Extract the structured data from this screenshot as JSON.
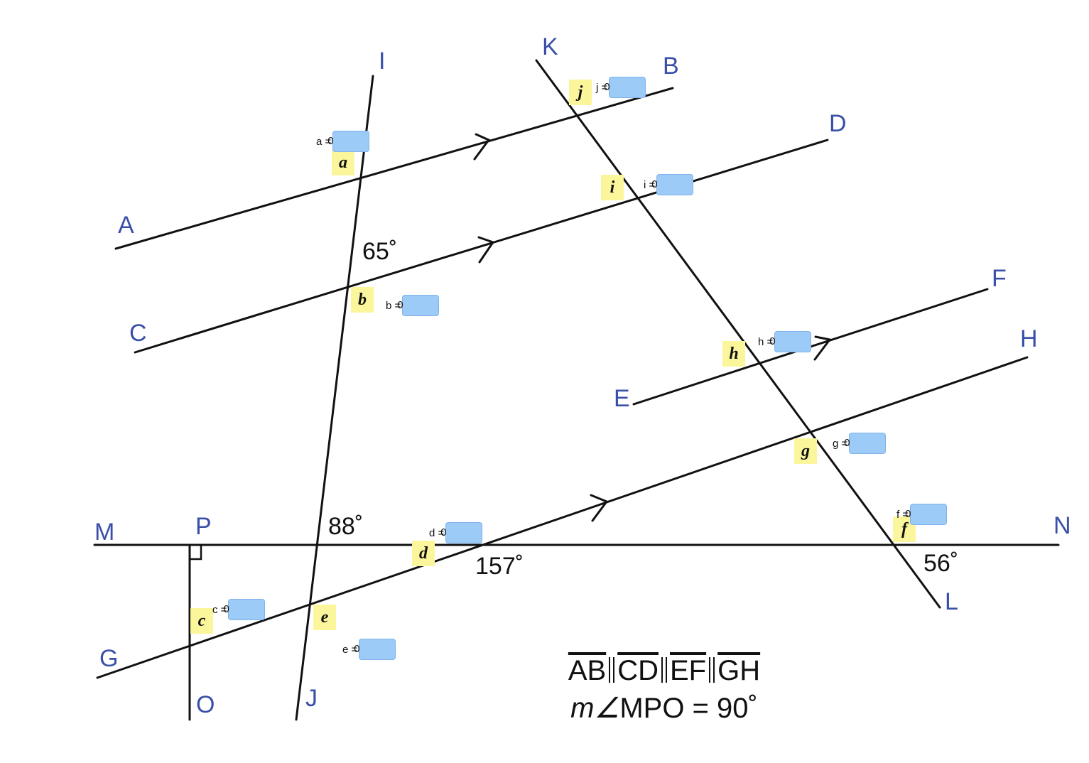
{
  "points": {
    "A": "A",
    "B": "B",
    "C": "C",
    "D": "D",
    "E": "E",
    "F": "F",
    "G": "G",
    "H": "H",
    "I": "I",
    "J": "J",
    "K": "K",
    "L": "L",
    "M": "M",
    "N": "N",
    "O": "O",
    "P": "P"
  },
  "given_angles": {
    "angle_65": "65˚",
    "angle_88": "88˚",
    "angle_157": "157˚",
    "angle_56": "56˚"
  },
  "variables": {
    "a": "a",
    "b": "b",
    "c": "c",
    "d": "d",
    "e": "e",
    "f": "f",
    "g": "g",
    "h": "h",
    "i": "i",
    "j": "j"
  },
  "answers": {
    "a": {
      "label": "a =",
      "value": "0"
    },
    "b": {
      "label": "b =",
      "value": "0"
    },
    "c": {
      "label": "c =",
      "value": "0"
    },
    "d": {
      "label": "d =",
      "value": "0"
    },
    "e": {
      "label": "e =",
      "value": "0"
    },
    "f": {
      "label": "f =",
      "value": "0"
    },
    "g": {
      "label": "g =",
      "value": "0"
    },
    "h": {
      "label": "h =",
      "value": "0"
    },
    "i": {
      "label": "i =",
      "value": "0"
    },
    "j": {
      "label": "j =",
      "value": "0"
    }
  },
  "given": {
    "seg1": "AB",
    "seg2": "CD",
    "seg3": "EF",
    "seg4": "GH",
    "line2_prefix": "m∠",
    "line2_rest": "MPO = 90˚"
  },
  "colors": {
    "label_blue": "#3a50a8",
    "highlight_yellow": "#fbf69c",
    "input_blue": "#9dcbf8"
  }
}
